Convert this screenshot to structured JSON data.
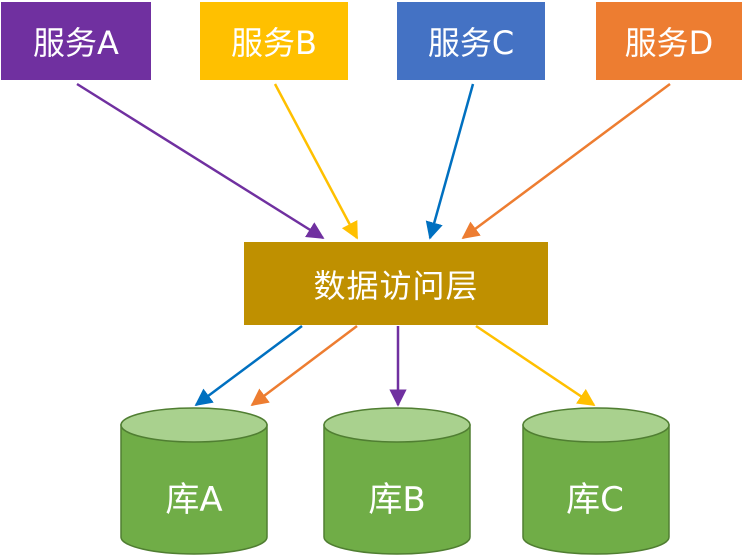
{
  "services": [
    {
      "label": "服务A",
      "color": "#7030a0"
    },
    {
      "label": "服务B",
      "color": "#ffc000"
    },
    {
      "label": "服务C",
      "color": "#4472c4"
    },
    {
      "label": "服务D",
      "color": "#ed7d31"
    }
  ],
  "data_access_layer": {
    "label": "数据访问层",
    "color": "#bf9000"
  },
  "databases": [
    {
      "label": "库A"
    },
    {
      "label": "库B"
    },
    {
      "label": "库C"
    }
  ],
  "colors": {
    "db_body": "#70ad47",
    "db_top": "#a9d18e",
    "db_stroke": "#507e32",
    "arrow_purple": "#7030a0",
    "arrow_yellow": "#ffc000",
    "arrow_blue": "#0070c0",
    "arrow_orange": "#ed7d31"
  }
}
